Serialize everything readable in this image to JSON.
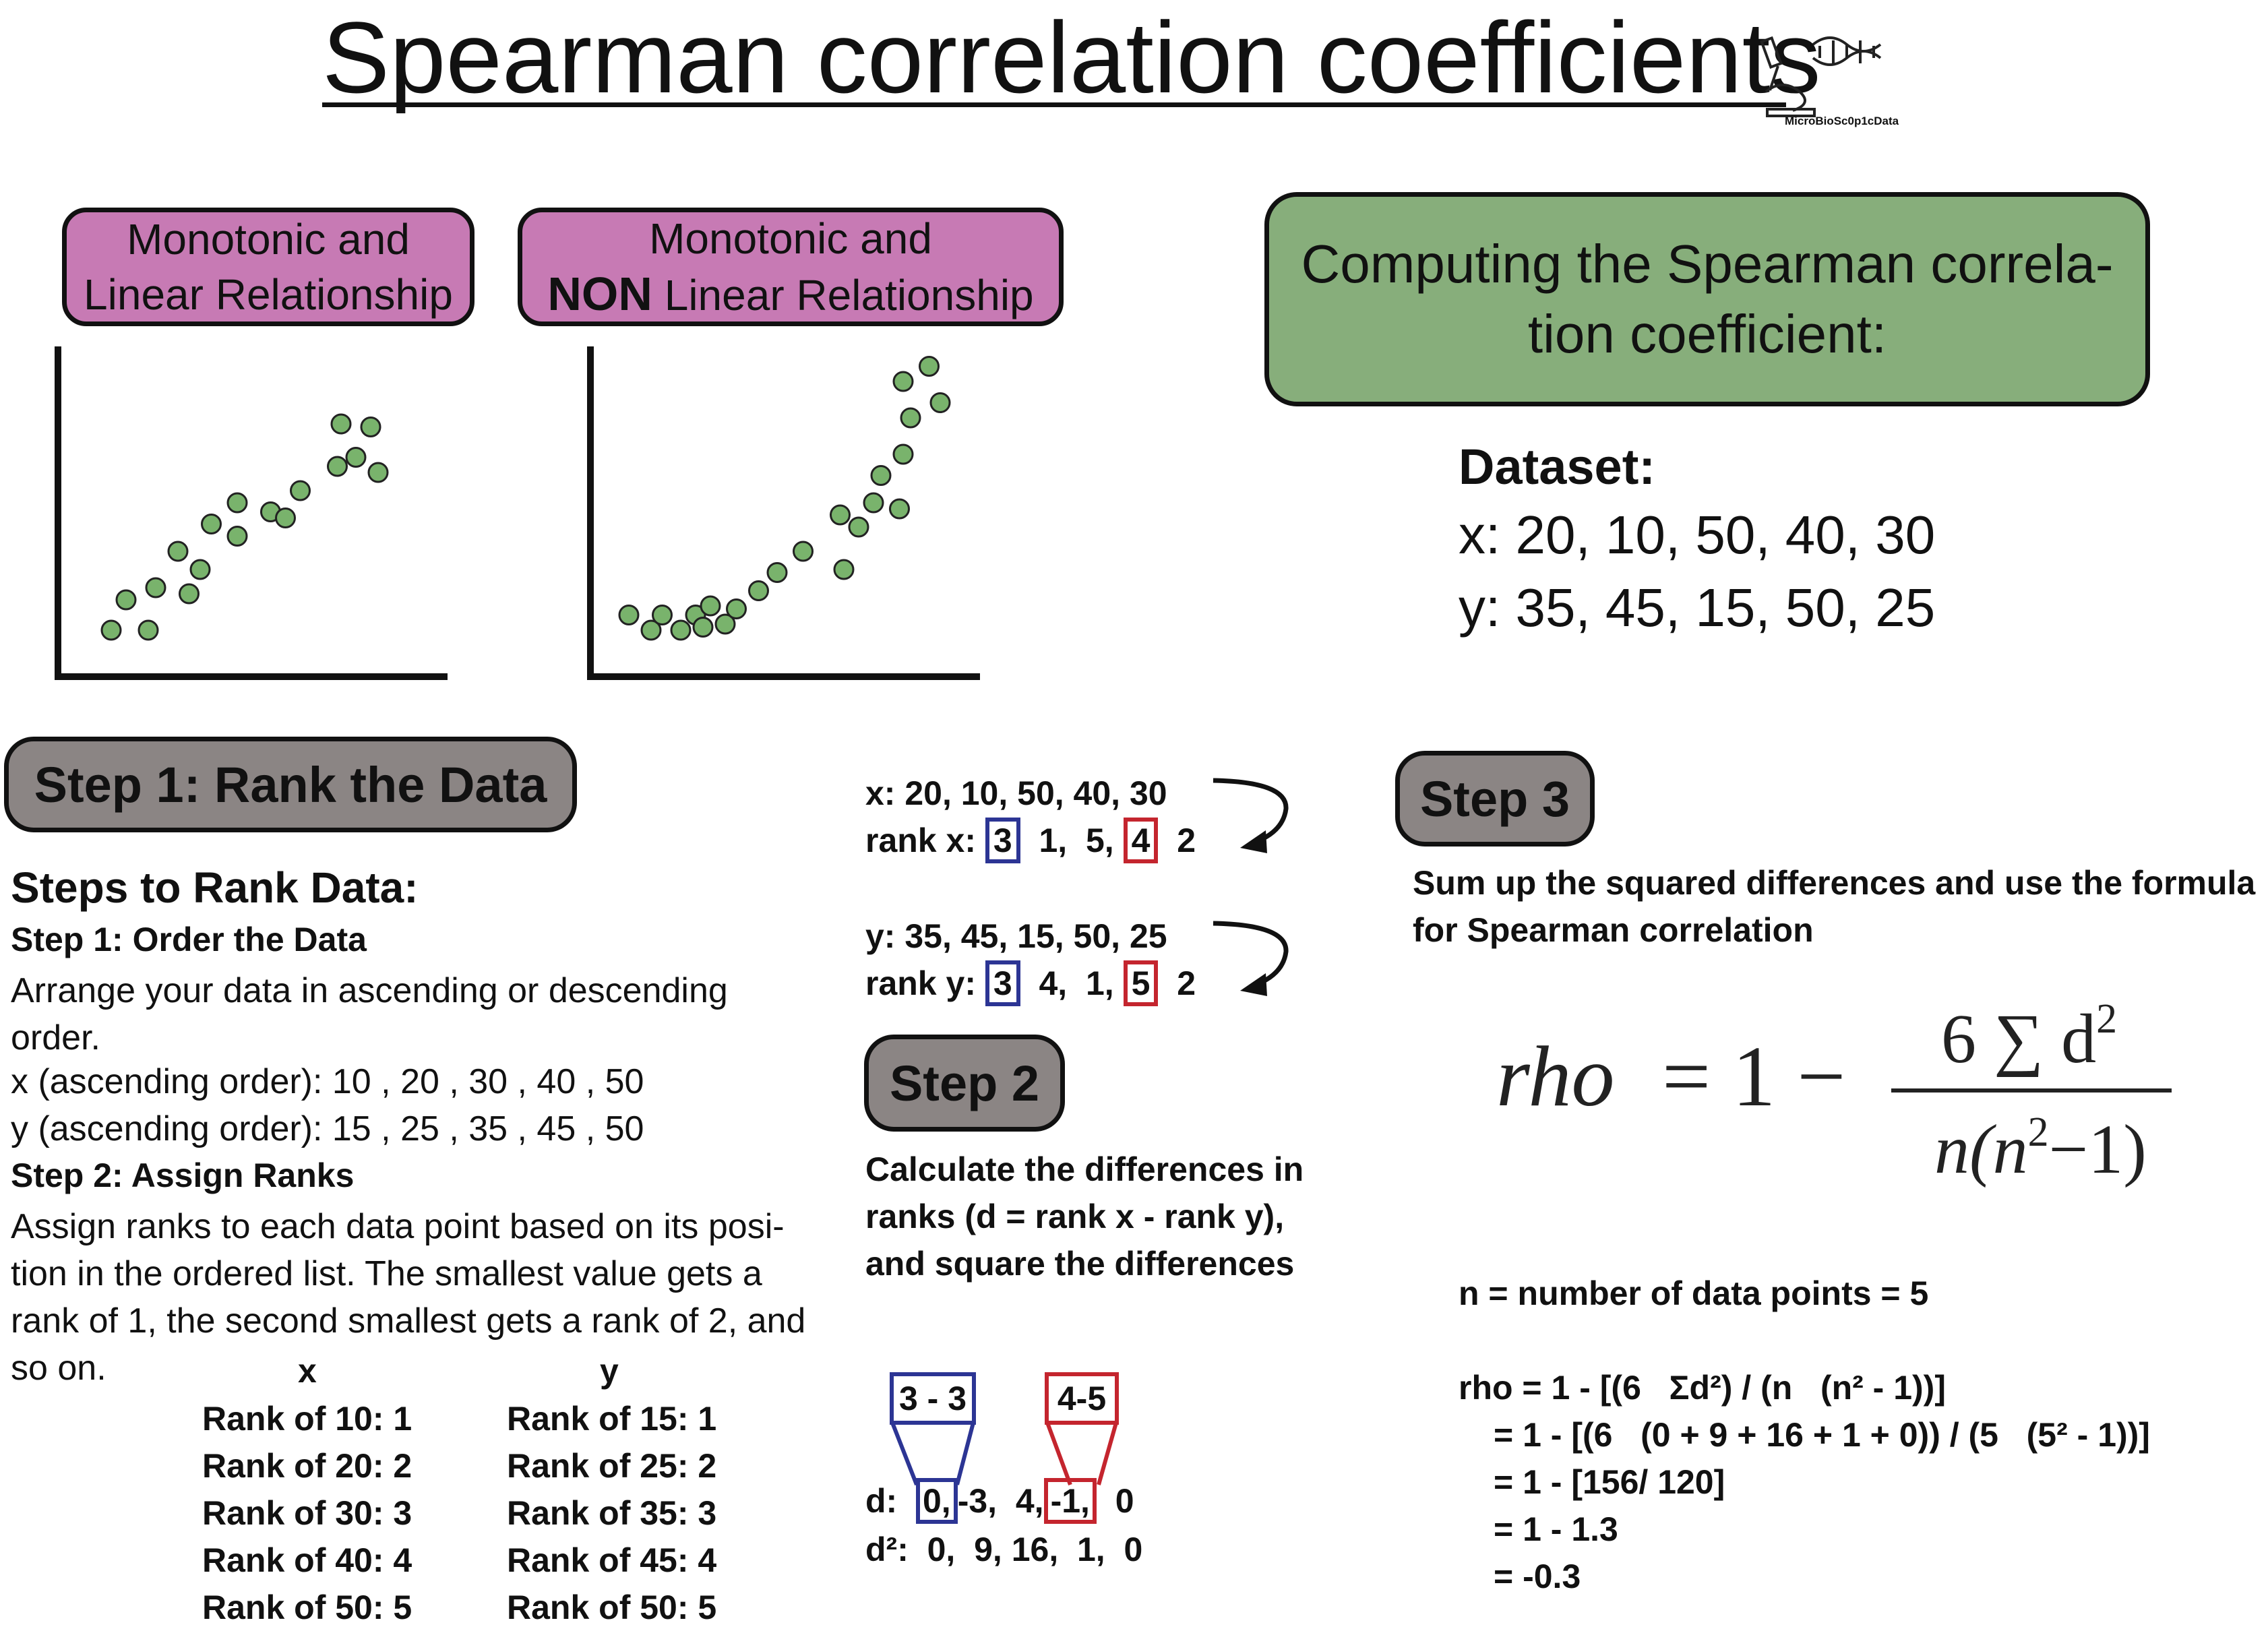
{
  "title": "Spearman correlation coefficients",
  "logo_text": "MicroBioSc0p1cData",
  "pills": {
    "linear_line1": "Monotonic and",
    "linear_line2": "Linear Relationship",
    "nonlinear_line1": "Monotonic and",
    "nonlinear_bold": "NON",
    "nonlinear_line2": " Linear Relationship",
    "compute_line1": "Computing the Spearman correla-",
    "compute_line2": "tion coefficient:",
    "step1": "Step 1: Rank the Data",
    "step2": "Step 2",
    "step3": "Step 3"
  },
  "charts": {
    "linear_points": [
      [
        1,
        1
      ],
      [
        2,
        1
      ],
      [
        1.4,
        2
      ],
      [
        2.2,
        2.4
      ],
      [
        3.1,
        2.2
      ],
      [
        2.8,
        3.6
      ],
      [
        3.4,
        3
      ],
      [
        3.7,
        4.5
      ],
      [
        4.4,
        4.1
      ],
      [
        4.4,
        5.2
      ],
      [
        5.3,
        4.9
      ],
      [
        5.7,
        4.7
      ],
      [
        6.1,
        5.6
      ],
      [
        7.1,
        6.4
      ],
      [
        7.2,
        7.8
      ],
      [
        7.6,
        6.7
      ],
      [
        8.0,
        7.7
      ],
      [
        8.2,
        6.2
      ]
    ],
    "nonlinear_points": [
      [
        0.6,
        1.5
      ],
      [
        1.2,
        1
      ],
      [
        1.5,
        1.5
      ],
      [
        2,
        1
      ],
      [
        2.4,
        1.5
      ],
      [
        2.8,
        1.8
      ],
      [
        2.6,
        1.1
      ],
      [
        3.2,
        1.2
      ],
      [
        3.5,
        1.7
      ],
      [
        4.1,
        2.3
      ],
      [
        4.6,
        2.9
      ],
      [
        5.3,
        3.6
      ],
      [
        6.4,
        3.0
      ],
      [
        6.8,
        4.4
      ],
      [
        6.3,
        4.8
      ],
      [
        7.2,
        5.2
      ],
      [
        7.9,
        5.0
      ],
      [
        7.4,
        6.1
      ],
      [
        8.0,
        6.8
      ],
      [
        8.2,
        8.0
      ],
      [
        9.0,
        8.5
      ],
      [
        8.0,
        9.2
      ],
      [
        8.7,
        9.7
      ]
    ]
  },
  "dataset": {
    "heading": "Dataset:",
    "x": "x: 20, 10, 50, 40, 30",
    "y": "y: 35, 45, 15, 50, 25"
  },
  "step1": {
    "heading": "Steps to Rank Data:",
    "order_heading": "Step 1: Order the Data",
    "order_desc": "Arrange your data in ascending or descending order.",
    "x_ascending": "x (ascending order): 10 , 20 , 30 , 40 , 50",
    "y_ascending": "y (ascending order): 15 , 25 , 35 , 45 , 50",
    "assign_heading": "Step 2: Assign Ranks",
    "assign_desc": "Assign ranks to each data point based on its posi-tion in the ordered list. The smallest value gets a rank of 1, the second smallest gets a rank of 2, and so on.",
    "col_x": "x",
    "col_y": "y",
    "ranks_x": [
      "Rank of 10: 1",
      "Rank of 20: 2",
      "Rank of 30: 3",
      "Rank of 40: 4",
      "Rank of 50: 5"
    ],
    "ranks_y": [
      "Rank of 15: 1",
      "Rank of 25: 2",
      "Rank of 35: 3",
      "Rank of 45: 4",
      "Rank of 50: 5"
    ]
  },
  "middle": {
    "x_line": "x: 20, 10, 50, 40, 30",
    "rank_x_label": "rank x: ",
    "rank_x": [
      "3",
      "1",
      "5",
      "4",
      "2"
    ],
    "y_line": "y: 35, 45, 15, 50, 25",
    "rank_y_label": "rank y: ",
    "rank_y": [
      "3",
      "4",
      "1",
      "5",
      "2"
    ],
    "step2_desc": "Calculate the differences in ranks (d = rank x - rank y), and square the differences",
    "diff_blue": "3 - 3",
    "diff_red": "4-5",
    "d_label": "d:",
    "d_values": [
      "0,",
      "-3,",
      "4,",
      "-1,",
      "0"
    ],
    "dsq_line": "d²:  0,  9, 16,  1,  0"
  },
  "step3": {
    "desc": "Sum up the squared differences and use the formula for Spearman correlation",
    "formula_lhs": "rho",
    "formula_eq": "= 1 −",
    "formula_num": "6 ∑ d",
    "formula_num_exp": "2",
    "formula_den": "n(n",
    "formula_den_exp": "2",
    "formula_den_end": "−1)",
    "n_def": "n = number of data points = 5",
    "calc": [
      "rho = 1 - [(6   Σd²) / (n   (n² - 1))]",
      "= 1 - [(6   (0 + 9 + 16 + 1 + 0)) / (5   (5² - 1))]",
      "= 1 - [156/ 120]",
      "= 1 - 1.3",
      "= -0.3"
    ]
  },
  "colors": {
    "pink": "#c77ab4",
    "green": "#87ae7b",
    "gray": "#8b8584",
    "dot": "#79b36c",
    "blue_box": "#2c3594",
    "red_box": "#c4252e"
  }
}
